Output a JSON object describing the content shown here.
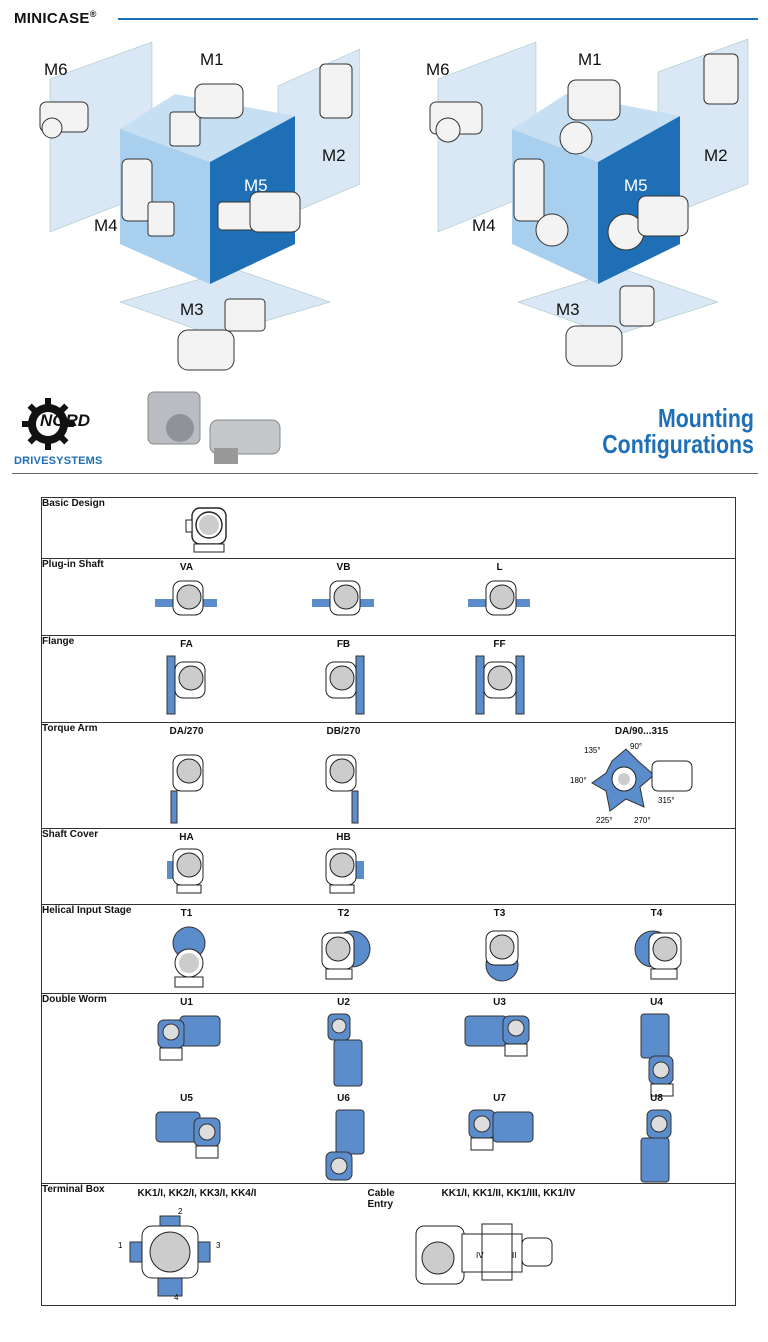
{
  "header": {
    "brand": "MINICASE",
    "reg": "®"
  },
  "cube_left": {
    "labels": [
      "M6",
      "M1",
      "M2",
      "M4",
      "M5",
      "M3"
    ]
  },
  "cube_right": {
    "labels": [
      "M6",
      "M1",
      "M2",
      "M4",
      "M5",
      "M3"
    ]
  },
  "logo": {
    "name": "NORD",
    "sub": "DRIVESYSTEMS"
  },
  "title": {
    "line1": "Mounting",
    "line2": "Configurations"
  },
  "colors": {
    "accent": "#1e6fb5",
    "cube_light": "#a9cfee",
    "cube_dark": "#1e6fb5",
    "panel": "#d9e8f4",
    "part_blue": "#5b8ccc"
  },
  "rows": [
    {
      "label": "Basic Design",
      "items": [
        ""
      ]
    },
    {
      "label": "Plug-in Shaft",
      "items": [
        "VA",
        "VB",
        "L"
      ]
    },
    {
      "label": "Flange",
      "items": [
        "FA",
        "FB",
        "FF"
      ]
    },
    {
      "label": "Torque Arm",
      "items": [
        "DA/270",
        "DB/270",
        "DA/90...315"
      ],
      "angles": [
        "135°",
        "90°",
        "180°",
        "315°",
        "225°",
        "270°"
      ]
    },
    {
      "label": "Shaft Cover",
      "items": [
        "HA",
        "HB"
      ]
    },
    {
      "label": "Helical Input Stage",
      "items": [
        "T1",
        "T2",
        "T3",
        "T4"
      ]
    },
    {
      "label": "Double Worm",
      "items": [
        "U1",
        "U2",
        "U3",
        "U4",
        "U5",
        "U6",
        "U7",
        "U8"
      ]
    },
    {
      "label": "Terminal Box",
      "items": [
        "KK1/I, KK2/I, KK3/I,  KK4/I"
      ],
      "numbers": [
        "1",
        "2",
        "3",
        "4"
      ]
    },
    {
      "label": "Cable Entry",
      "items": [
        "KK1/I, KK1/II, KK1/III,  KK1/IV"
      ],
      "marks": [
        "IV",
        "II"
      ]
    }
  ]
}
